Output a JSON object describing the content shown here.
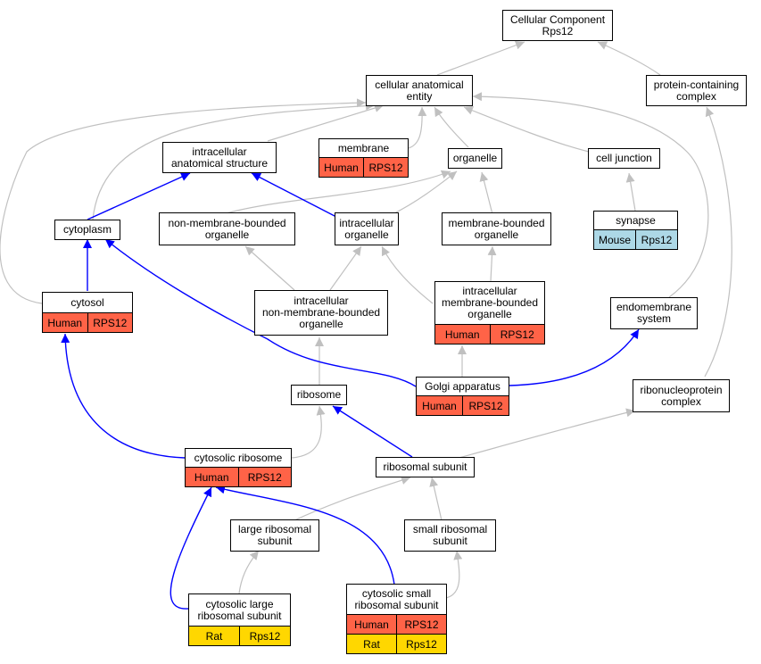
{
  "nodes": {
    "cellular_component": {
      "label": "Cellular Component\nRps12"
    },
    "cellular_anatomical_entity": {
      "label": "cellular anatomical\nentity"
    },
    "protein_containing_complex": {
      "label": "protein-containing\ncomplex"
    },
    "intracellular_anatomical_structure": {
      "label": "intracellular\nanatomical structure"
    },
    "membrane": {
      "label": "membrane",
      "org": "Human",
      "gene": "RPS12"
    },
    "organelle": {
      "label": "organelle"
    },
    "cell_junction": {
      "label": "cell junction"
    },
    "cytoplasm": {
      "label": "cytoplasm"
    },
    "non_membrane_bounded_organelle": {
      "label": "non-membrane-bounded\norganelle"
    },
    "intracellular_organelle": {
      "label": "intracellular\norganelle"
    },
    "membrane_bounded_organelle": {
      "label": "membrane-bounded\norganelle"
    },
    "synapse": {
      "label": "synapse",
      "org": "Mouse",
      "gene": "Rps12"
    },
    "cytosol": {
      "label": "cytosol",
      "org": "Human",
      "gene": "RPS12"
    },
    "intracellular_nmb_organelle": {
      "label": "intracellular\nnon-membrane-bounded\norganelle"
    },
    "intracellular_mb_organelle": {
      "label": "intracellular\nmembrane-bounded\norganelle",
      "org": "Human",
      "gene": "RPS12"
    },
    "endomembrane_system": {
      "label": "endomembrane\nsystem"
    },
    "ribosome": {
      "label": "ribosome"
    },
    "golgi_apparatus": {
      "label": "Golgi apparatus",
      "org": "Human",
      "gene": "RPS12"
    },
    "ribonucleoprotein_complex": {
      "label": "ribonucleoprotein\ncomplex"
    },
    "cytosolic_ribosome": {
      "label": "cytosolic ribosome",
      "org": "Human",
      "gene": "RPS12"
    },
    "ribosomal_subunit": {
      "label": "ribosomal subunit"
    },
    "large_ribosomal_subunit": {
      "label": "large ribosomal\nsubunit"
    },
    "small_ribosomal_subunit": {
      "label": "small ribosomal\nsubunit"
    },
    "cytosolic_large_ribosomal_subunit": {
      "label": "cytosolic large\nribosomal subunit",
      "org": "Rat",
      "gene": "Rps12"
    },
    "cytosolic_small_ribosomal_subunit": {
      "label": "cytosolic small\nribosomal subunit",
      "org": "Human",
      "gene": "RPS12",
      "org2": "Rat",
      "gene2": "Rps12"
    }
  },
  "colors": {
    "human": "#ff6347",
    "rat": "#ffd700",
    "mouse": "#add8e6",
    "edge_is_a": "#c0c0c0",
    "edge_part_of": "#0000ff"
  }
}
